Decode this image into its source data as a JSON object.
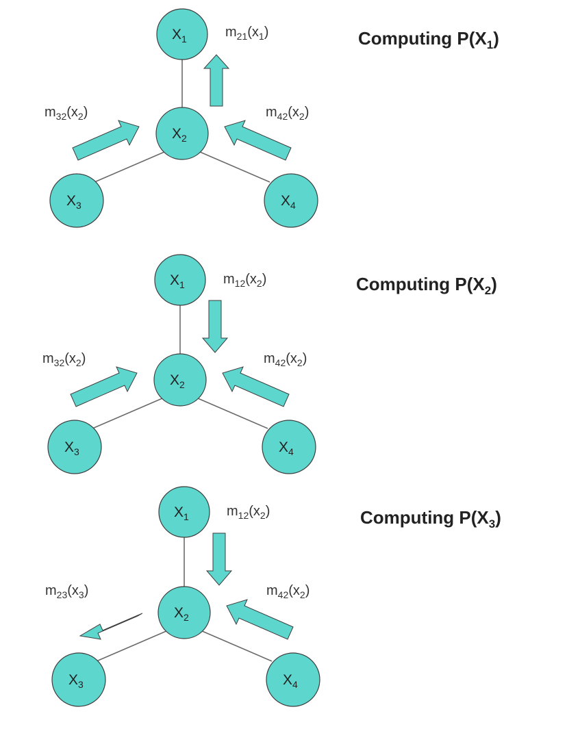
{
  "panels": [
    {
      "title": "Computing P(X",
      "title_sub": "1",
      "title_end": ")",
      "nodes": [
        {
          "base": "X",
          "sub": "1"
        },
        {
          "base": "X",
          "sub": "2"
        },
        {
          "base": "X",
          "sub": "3"
        },
        {
          "base": "X",
          "sub": "4"
        }
      ],
      "messages": [
        {
          "base": "m",
          "sub": "21",
          "arg": "(x",
          "arg_sub": "1",
          "arg_end": ")"
        },
        {
          "base": "m",
          "sub": "32",
          "arg": "(x",
          "arg_sub": "2",
          "arg_end": ")"
        },
        {
          "base": "m",
          "sub": "42",
          "arg": "(x",
          "arg_sub": "2",
          "arg_end": ")"
        }
      ]
    },
    {
      "title": "Computing P(X",
      "title_sub": "2",
      "title_end": ")",
      "nodes": [
        {
          "base": "X",
          "sub": "1"
        },
        {
          "base": "X",
          "sub": "2"
        },
        {
          "base": "X",
          "sub": "3"
        },
        {
          "base": "X",
          "sub": "4"
        }
      ],
      "messages": [
        {
          "base": "m",
          "sub": "12",
          "arg": "(x",
          "arg_sub": "2",
          "arg_end": ")"
        },
        {
          "base": "m",
          "sub": "32",
          "arg": "(x",
          "arg_sub": "2",
          "arg_end": ")"
        },
        {
          "base": "m",
          "sub": "42",
          "arg": "(x",
          "arg_sub": "2",
          "arg_end": ")"
        }
      ]
    },
    {
      "title": "Computing P(X",
      "title_sub": "3",
      "title_end": ")",
      "nodes": [
        {
          "base": "X",
          "sub": "1"
        },
        {
          "base": "X",
          "sub": "2"
        },
        {
          "base": "X",
          "sub": "3"
        },
        {
          "base": "X",
          "sub": "4"
        }
      ],
      "messages": [
        {
          "base": "m",
          "sub": "12",
          "arg": "(x",
          "arg_sub": "2",
          "arg_end": ")"
        },
        {
          "base": "m",
          "sub": "23",
          "arg": "(x",
          "arg_sub": "3",
          "arg_end": ")"
        },
        {
          "base": "m",
          "sub": "42",
          "arg": "(x",
          "arg_sub": "2",
          "arg_end": ")"
        }
      ]
    }
  ],
  "colors": {
    "node_fill": "#5dd6cd",
    "outline": "#3d3d3d",
    "edge": "#6a6a6a"
  }
}
